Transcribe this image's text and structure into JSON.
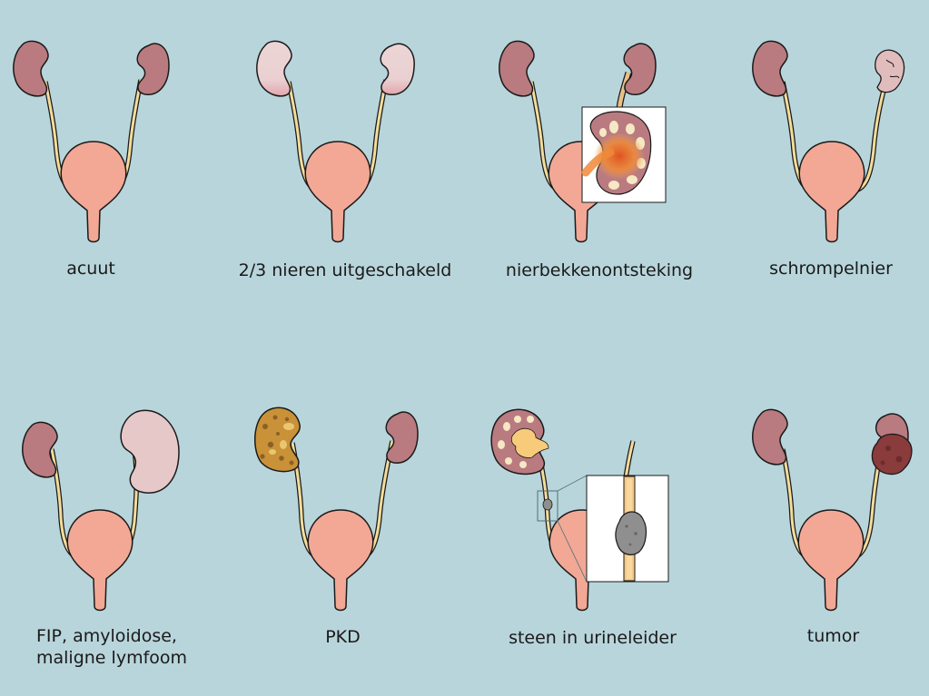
{
  "colors": {
    "background": "#b8d5db",
    "kidney": "#b97b80",
    "kidney_pale": "#ecd2d3",
    "bladder": "#f2a895",
    "ureter": "#f4dc9a",
    "outline": "#1a1a1a",
    "inflammation": "#e8742f",
    "pkd_cyst": "#c99238",
    "stone": "#8f8f8f",
    "tumor": "#8a3b3b"
  },
  "panels": [
    {
      "label": "acuut"
    },
    {
      "label": "2/3 nieren uitgeschakeld"
    },
    {
      "label": "nierbekkenontsteking"
    },
    {
      "label": "schrompelnier"
    },
    {
      "label_lines": [
        "FIP, amyloidose,",
        "maligne lymfoom"
      ]
    },
    {
      "label": "PKD"
    },
    {
      "label": "steen in urineleider"
    },
    {
      "label": "tumor"
    }
  ]
}
